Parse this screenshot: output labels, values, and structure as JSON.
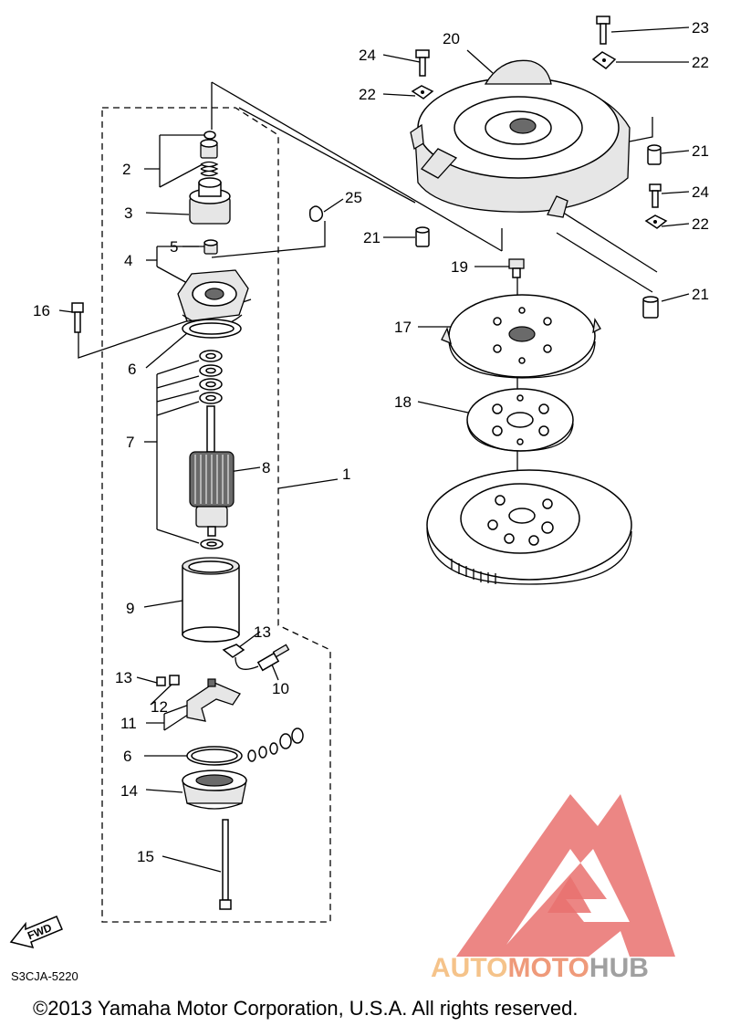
{
  "diagram": {
    "labels": {
      "p1": "1",
      "p2": "2",
      "p3": "3",
      "p4": "4",
      "p5": "5",
      "p6a": "6",
      "p6b": "6",
      "p7": "7",
      "p8": "8",
      "p9": "9",
      "p10": "10",
      "p11": "11",
      "p12": "12",
      "p13a": "13",
      "p13b": "13",
      "p14": "14",
      "p15": "15",
      "p16": "16",
      "p17": "17",
      "p18": "18",
      "p19": "19",
      "p20": "20",
      "p21a": "21",
      "p21b": "21",
      "p21c": "21",
      "p22a": "22",
      "p22b": "22",
      "p22c": "22",
      "p23": "23",
      "p24a": "24",
      "p24b": "24",
      "p25": "25"
    },
    "fwd_label": "FWD",
    "diagram_code": "S3CJA-5220"
  },
  "watermark": {
    "part1": "AUTO",
    "part2": "MOTO",
    "part3": "HUB",
    "color_auto": "#f5c38a",
    "color_moto": "#ef9a7a",
    "color_hub": "#a0a0a0",
    "logo_color": "#e9716f"
  },
  "copyright": "©2013 Yamaha Motor Corporation, U.S.A. All rights reserved."
}
